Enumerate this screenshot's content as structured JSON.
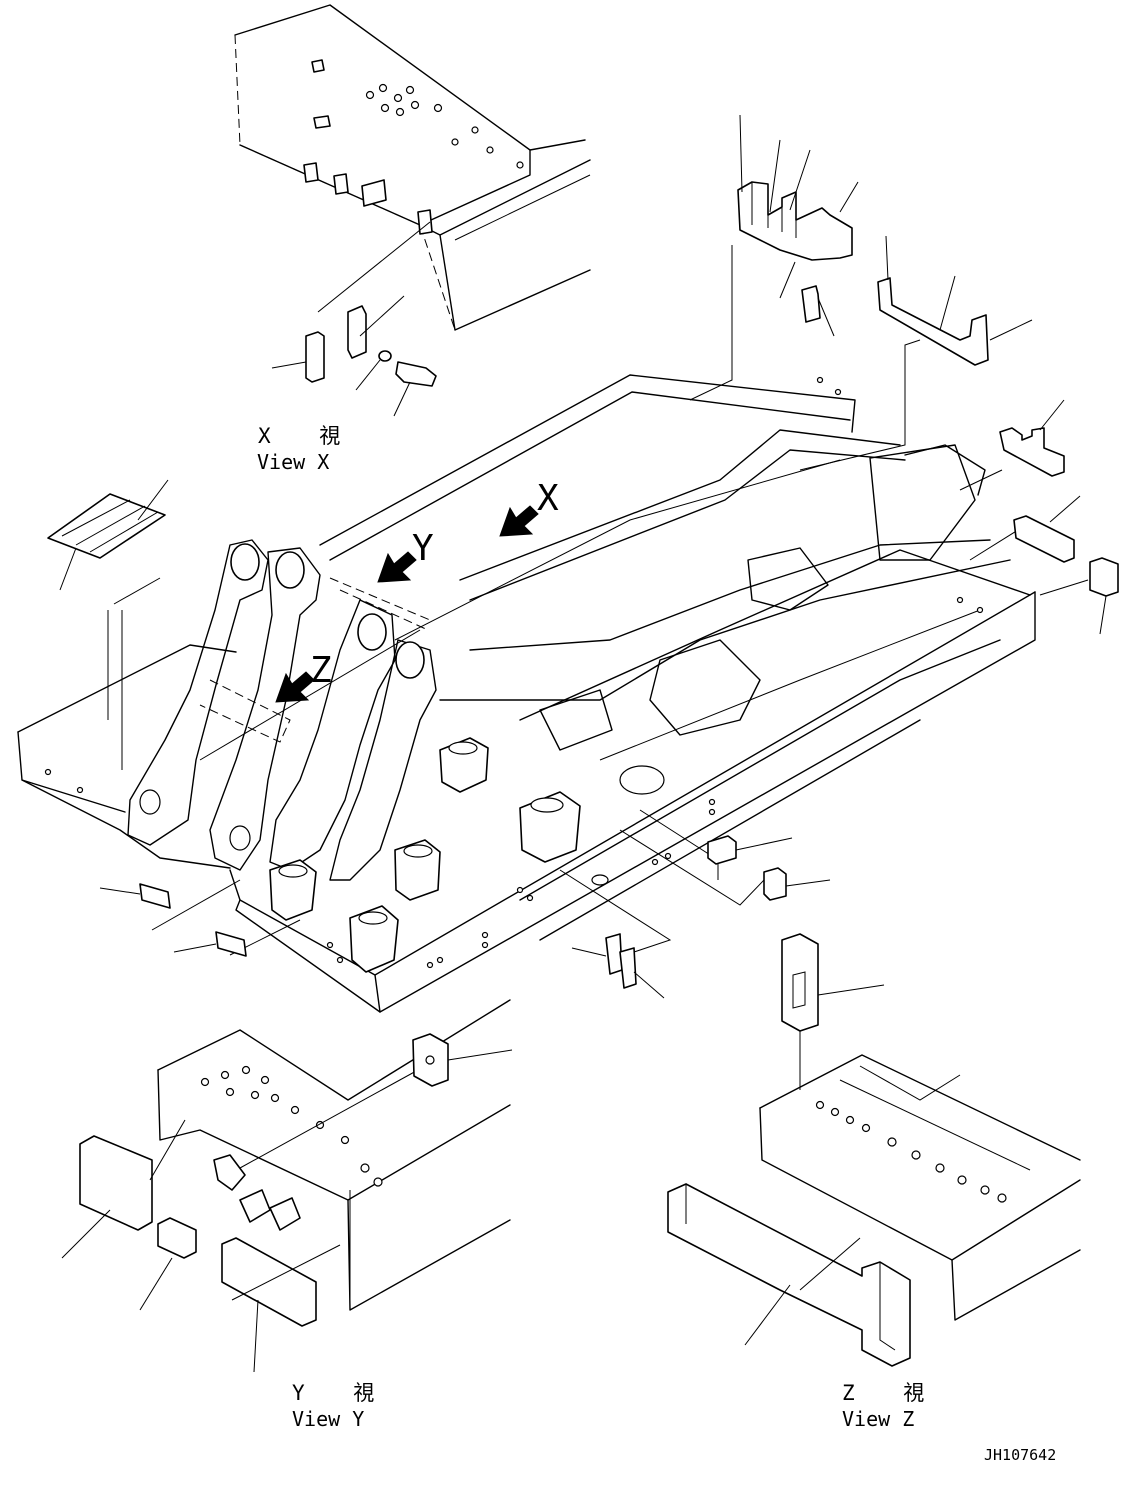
{
  "diagram": {
    "drawing_id": "JH107642",
    "views": {
      "x": {
        "jp": "X 視",
        "en": "View X"
      },
      "y": {
        "jp": "Y 視",
        "en": "View Y"
      },
      "z": {
        "jp": "Z 視",
        "en": "View Z"
      }
    },
    "view_markers": {
      "x": "X",
      "y": "Y",
      "z": "Z"
    },
    "icons": [
      "view-arrow-icon",
      "leader-line",
      "dashed-hidden-edge"
    ]
  }
}
